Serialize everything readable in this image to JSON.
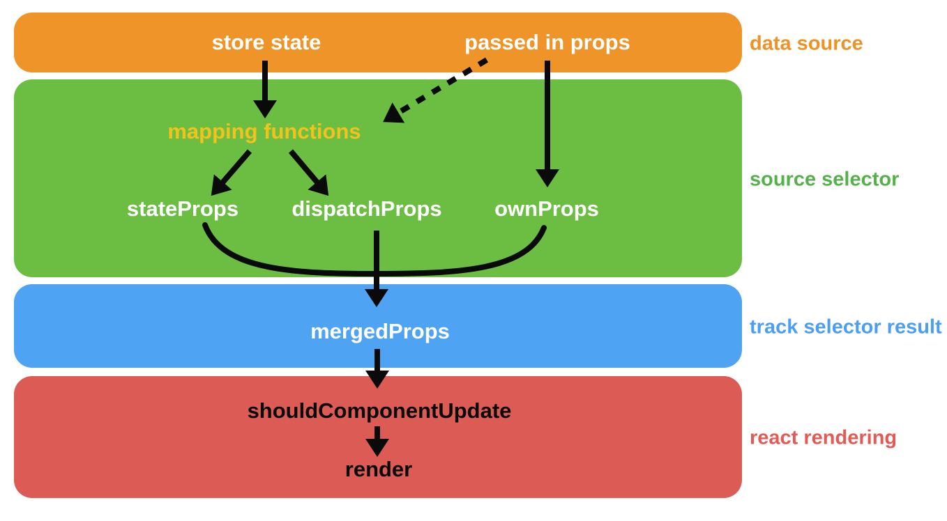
{
  "canvas": {
    "background": "#FFFFFF",
    "arrow_color": "#0A0A0A"
  },
  "bands": [
    {
      "name": "data source",
      "band_color": "#EE9428",
      "label_color": "#EC9227",
      "nodes": [
        {
          "text": "store state",
          "color": "#FFFFFF"
        },
        {
          "text": "passed in props",
          "color": "#FFFFFF"
        }
      ]
    },
    {
      "name": "source selector",
      "band_color": "#6CBE43",
      "label_color": "#55B24A",
      "nodes": [
        {
          "text": "mapping functions",
          "color": "#F2C31D"
        },
        {
          "text": "stateProps",
          "color": "#FFFFFF"
        },
        {
          "text": "dispatchProps",
          "color": "#FFFFFF"
        },
        {
          "text": "ownProps",
          "color": "#FFFFFF"
        }
      ]
    },
    {
      "name": "track selector result",
      "band_color": "#4FA3F3",
      "label_color": "#4B9FF2",
      "nodes": [
        {
          "text": "mergedProps",
          "color": "#FFFFFF"
        }
      ]
    },
    {
      "name": "react rendering",
      "band_color": "#DC5B55",
      "label_color": "#E25B55",
      "nodes": [
        {
          "text": "shouldComponentUpdate",
          "color": "#0A0A0A"
        },
        {
          "text": "render",
          "color": "#0A0A0A"
        }
      ]
    }
  ]
}
